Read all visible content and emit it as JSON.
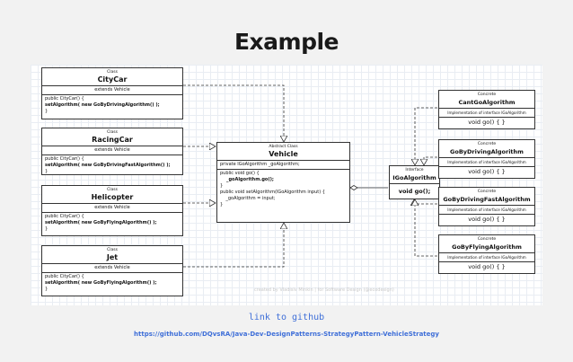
{
  "slide": {
    "title": "Example",
    "link_text": "link to github",
    "url_text": "https://github.com/DQvsRA/Java-Dev-DesignPatterns-StrategyPattern-VehicleStrategy"
  },
  "diagram": {
    "credit": "created by Vladislv Minkin | for Software Design (@ecodesign)",
    "classes": {
      "citycar": {
        "stereotype": "Class",
        "name": "CityCar",
        "extends": "extends Vehicle",
        "code": [
          "public CityCar() {",
          "setAlgorithm( new GoByDrivingAlgorithm() );",
          "}"
        ]
      },
      "racingcar": {
        "stereotype": "Class",
        "name": "RacingCar",
        "extends": "extends Vehicle",
        "code": [
          "public CityCar() {",
          "setAlgorithm( new GoByDrivingFastAlgorithm() );",
          "}"
        ]
      },
      "helicopter": {
        "stereotype": "Class",
        "name": "Helicopter",
        "extends": "extends Vehicle",
        "code": [
          "public CityCar() {",
          "setAlgorithm( new GoByFlyingAlgorithm() );",
          "}"
        ]
      },
      "jet": {
        "stereotype": "Class",
        "name": "Jet",
        "extends": "extends Vehicle",
        "code": [
          "public CityCar() {",
          "setAlgorithm( new GoByFlyingAlgorithm() );",
          "}"
        ]
      },
      "vehicle": {
        "stereotype": "Abstract Class",
        "name": "Vehicle",
        "field": "private IGoAlgorithm _goAlgorithm;",
        "code": [
          "public void go() {",
          "    _goAlgorithm.go();",
          "}",
          "public void setAlgorithm(IGoAlgorithm input) {",
          "    _goAlgorithm = input;",
          "}"
        ]
      },
      "igoalgorithm": {
        "stereotype": "Interface",
        "name": "IGoAlgorithm",
        "method": "void go();"
      },
      "cantgo": {
        "stereotype": "Concrete",
        "name": "CantGoAlgorithm",
        "impl": "Implementation of interface IGoAlgorithm",
        "method": "void go() { }"
      },
      "godriving": {
        "stereotype": "Concrete",
        "name": "GoByDrivingAlgorithm",
        "impl": "Implementation of interface IGoAlgorithm",
        "method": "void go() { }"
      },
      "godrivingfast": {
        "stereotype": "Concrete",
        "name": "GoByDrivingFastAlgorithm",
        "impl": "Implementation of interface IGoAlgorithm",
        "method": "void go() { }"
      },
      "goflying": {
        "stereotype": "Concrete",
        "name": "GoByFlyingAlgorithm",
        "impl": "Implementation of interface IGoAlgorithm",
        "method": "void go() { }"
      }
    }
  }
}
